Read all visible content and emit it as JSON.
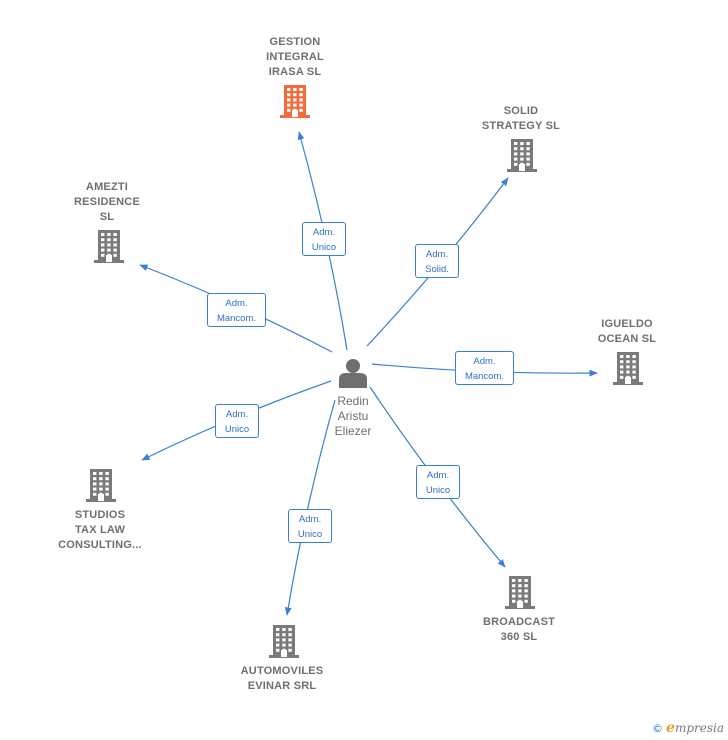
{
  "colors": {
    "edge": "#3a7fd5",
    "company_icon": "#7a7a7a",
    "company_icon_highlight": "#f26b3a",
    "person_icon": "#6f6f6f",
    "label_text": "#6f6f6f"
  },
  "person": {
    "icon": "person-icon",
    "name_lines": [
      "Redin",
      "Aristu",
      "Eliezer"
    ]
  },
  "companies": [
    {
      "id": "gestion",
      "icon": "building-icon",
      "highlight": true,
      "name_lines": [
        "GESTION",
        "INTEGRAL",
        "IRASA  SL"
      ]
    },
    {
      "id": "solid",
      "icon": "building-icon",
      "highlight": false,
      "name_lines": [
        "SOLID",
        "STRATEGY  SL"
      ]
    },
    {
      "id": "amezti",
      "icon": "building-icon",
      "highlight": false,
      "name_lines": [
        "AMEZTI",
        "RESIDENCE",
        "SL"
      ]
    },
    {
      "id": "igueldo",
      "icon": "building-icon",
      "highlight": false,
      "name_lines": [
        "IGUELDO",
        "OCEAN  SL"
      ]
    },
    {
      "id": "studios",
      "icon": "building-icon",
      "highlight": false,
      "name_lines": [
        "STUDIOS",
        "TAX LAW",
        "CONSULTING..."
      ]
    },
    {
      "id": "broadcast",
      "icon": "building-icon",
      "highlight": false,
      "name_lines": [
        "BROADCAST",
        "360  SL"
      ]
    },
    {
      "id": "automoviles",
      "icon": "building-icon",
      "highlight": false,
      "name_lines": [
        "AUTOMOVILES",
        "EVINAR SRL"
      ]
    }
  ],
  "relations": [
    {
      "to": "gestion",
      "role_lines": [
        "Adm.",
        "Unico"
      ]
    },
    {
      "to": "solid",
      "role_lines": [
        "Adm.",
        "Solid."
      ]
    },
    {
      "to": "amezti",
      "role_lines": [
        "Adm.",
        "Mancom."
      ]
    },
    {
      "to": "igueldo",
      "role_lines": [
        "Adm.",
        "Mancom."
      ]
    },
    {
      "to": "studios",
      "role_lines": [
        "Adm.",
        "Unico"
      ]
    },
    {
      "to": "broadcast",
      "role_lines": [
        "Adm.",
        "Unico"
      ]
    },
    {
      "to": "automoviles",
      "role_lines": [
        "Adm.",
        "Unico"
      ]
    }
  ],
  "footer": {
    "copyright_symbol": "©",
    "brand_initial": "e",
    "brand_rest": "mpresia"
  }
}
